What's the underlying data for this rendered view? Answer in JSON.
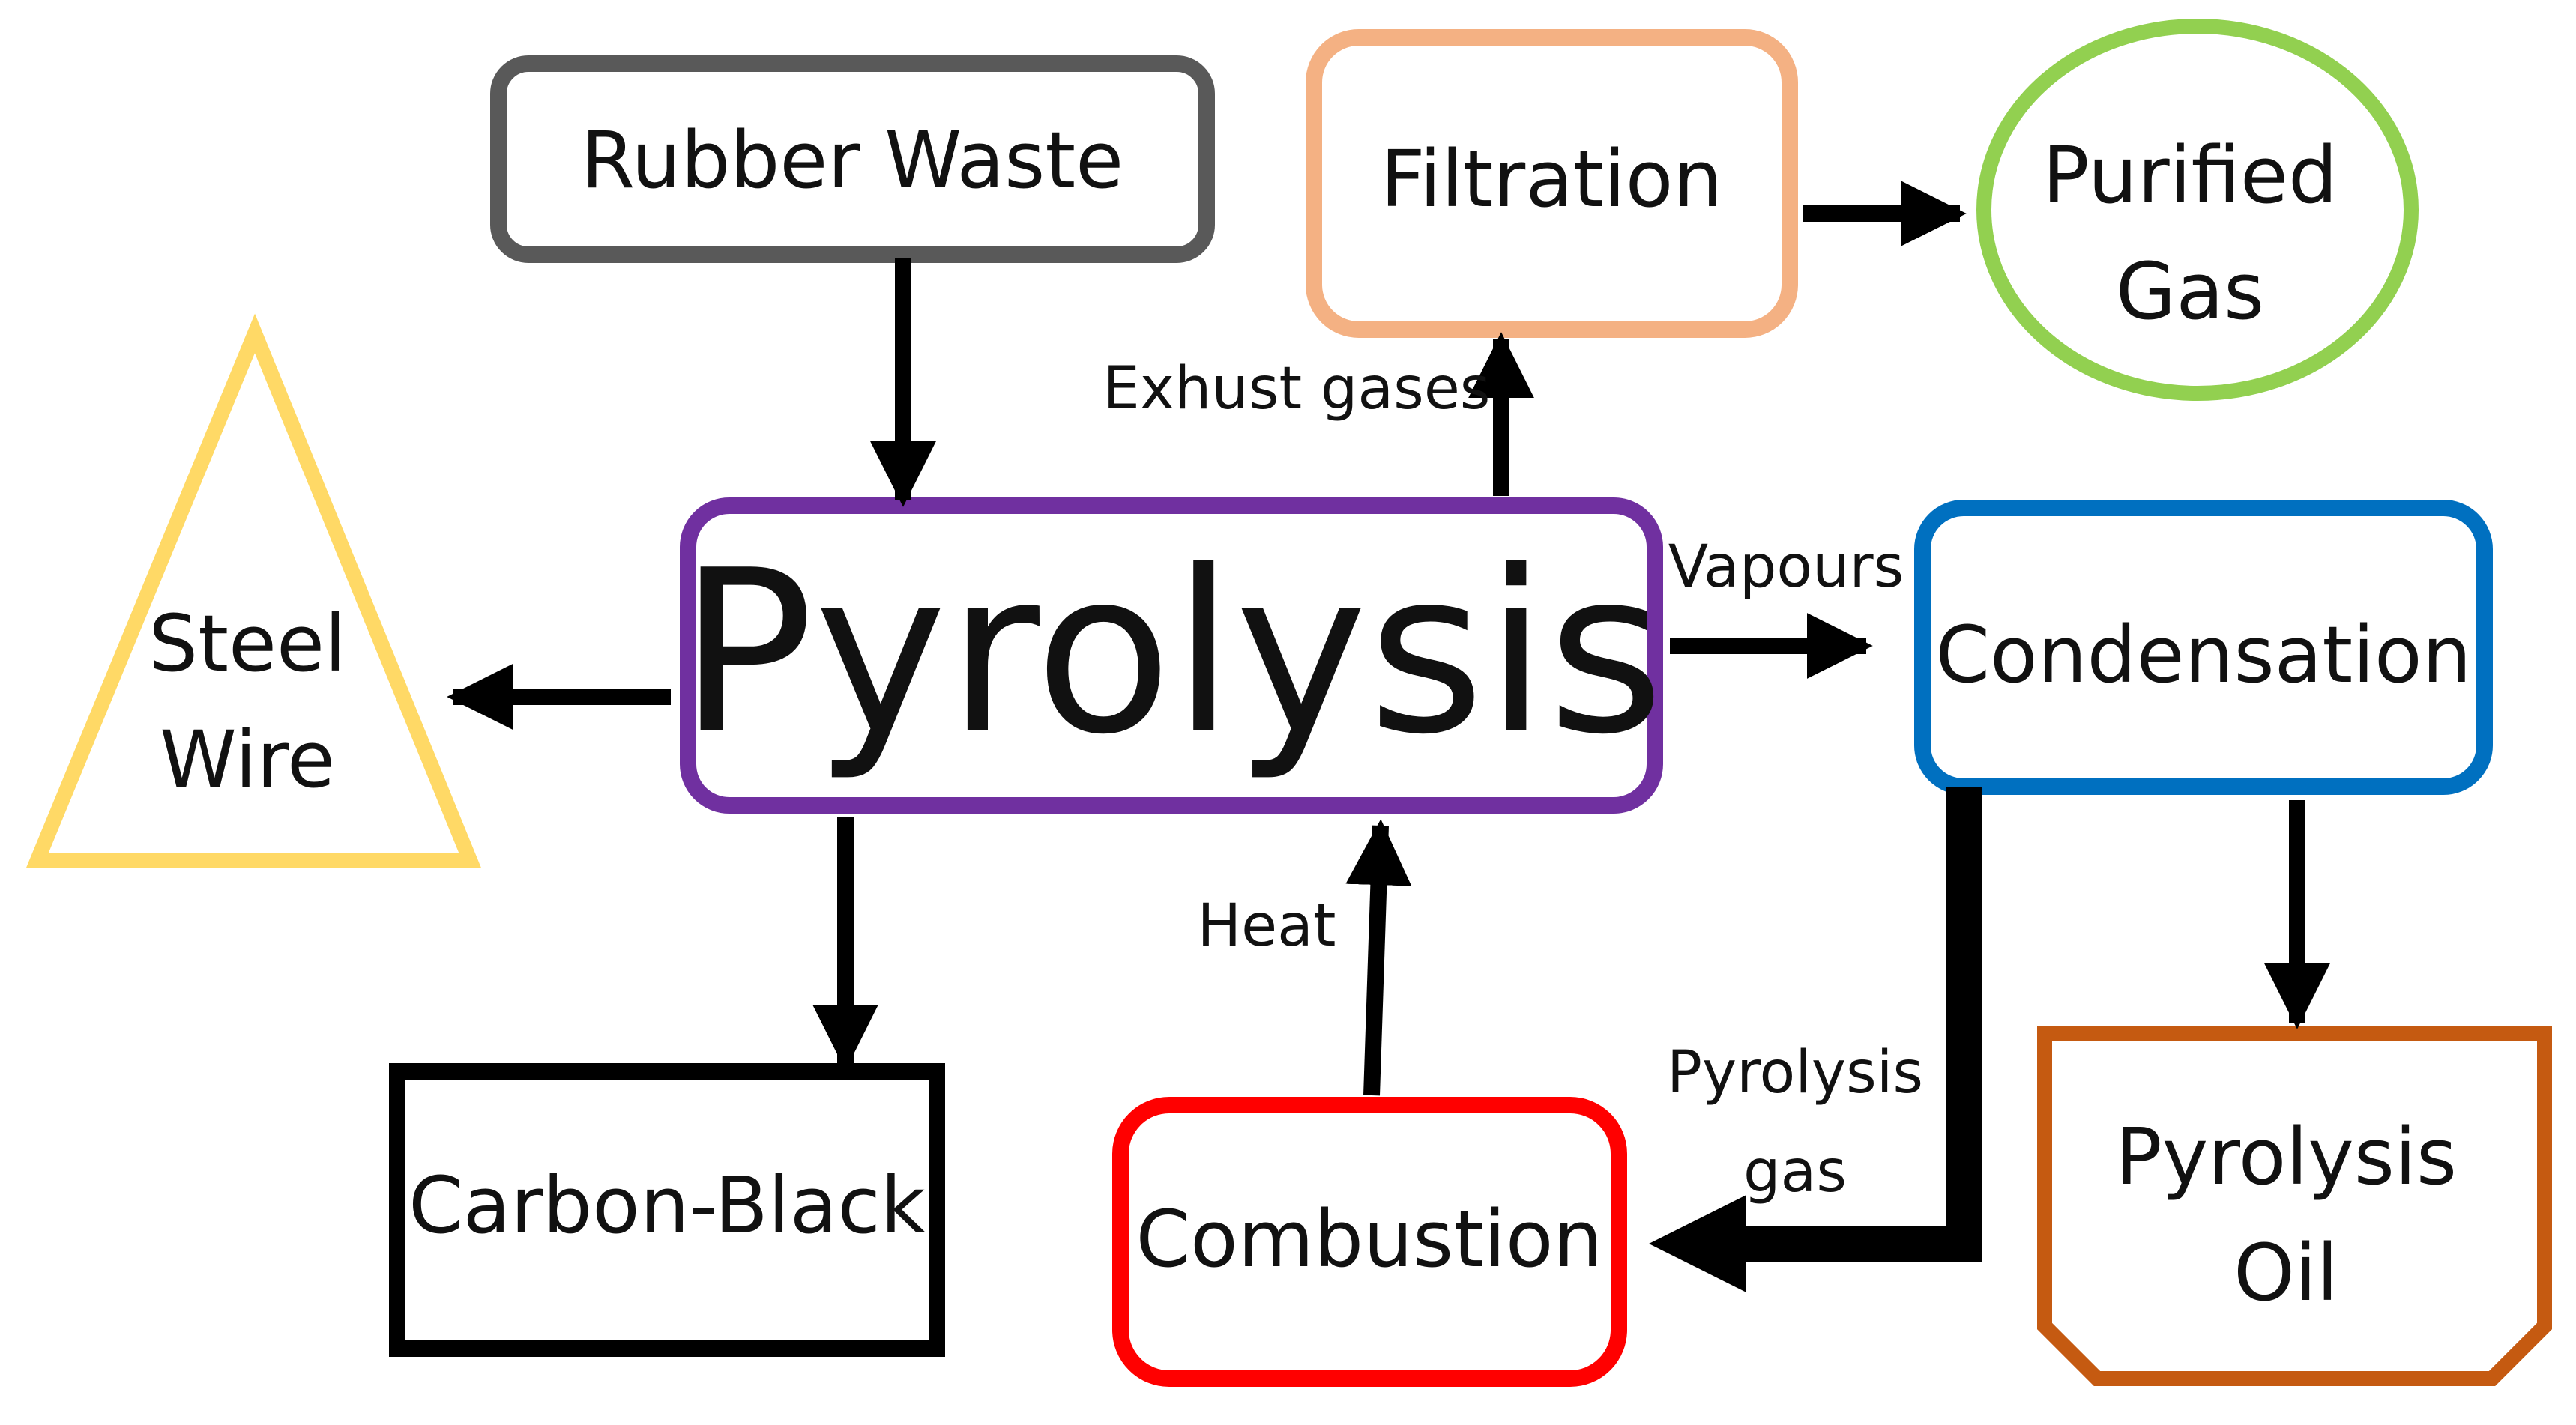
{
  "nodes": {
    "rubber_waste": {
      "label": "Rubber Waste",
      "color": "#595959"
    },
    "filtration": {
      "label": "Filtration",
      "color": "#F4B183"
    },
    "purified_gas": {
      "lines": [
        "Purified",
        "Gas"
      ],
      "color": "#92D050"
    },
    "steel_wire": {
      "lines": [
        "Steel",
        "Wire"
      ],
      "color": "#FFD966"
    },
    "pyrolysis": {
      "label": "Pyrolysis",
      "color": "#7030A0"
    },
    "condensation": {
      "label": "Condensation",
      "color": "#0070C0"
    },
    "carbon_black": {
      "label": "Carbon-Black",
      "color": "#000000"
    },
    "combustion": {
      "label": "Combustion",
      "color": "#FF0000"
    },
    "pyrolysis_oil": {
      "lines": [
        "Pyrolysis",
        "Oil"
      ],
      "color": "#C55A11"
    }
  },
  "edge_labels": {
    "exhaust": "Exhust gases",
    "vapours": "Vapours",
    "heat": "Heat",
    "pyrolysis_gas": [
      "Pyrolysis",
      "gas"
    ]
  },
  "arrow_color": "#000000"
}
